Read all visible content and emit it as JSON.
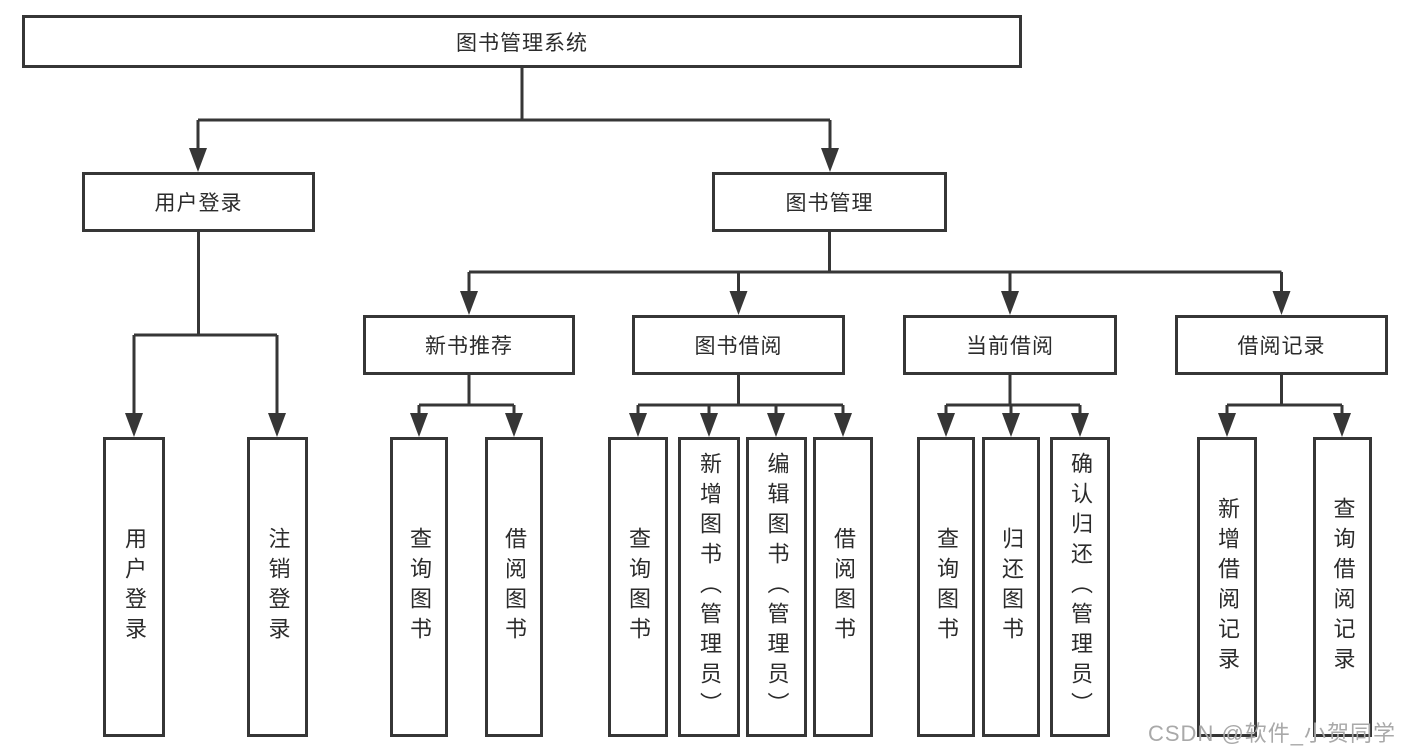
{
  "nodes": {
    "root": "图书管理系统",
    "user_login": "用户登录",
    "book_mgmt": "图书管理",
    "new_book_rec": "新书推荐",
    "book_borrow": "图书借阅",
    "current_borrow": "当前借阅",
    "borrow_records": "借阅记录",
    "leaf_user_login": "用户登录",
    "leaf_logout": "注销登录",
    "leaf_rec_query_book": "查询图书",
    "leaf_rec_borrow_book": "借阅图书",
    "leaf_bb_query_book": "查询图书",
    "leaf_bb_add_book": "新增图书（管理员）",
    "leaf_bb_edit_book": "编辑图书（管理员）",
    "leaf_bb_borrow_book": "借阅图书",
    "leaf_cb_query_book": "查询图书",
    "leaf_cb_return_book": "归还图书",
    "leaf_cb_confirm_return": "确认归还（管理员）",
    "leaf_br_add_record": "新增借阅记录",
    "leaf_br_query_record": "查询借阅记录"
  },
  "watermark": "CSDN @软件_小贺同学",
  "colors": {
    "line": "#363636",
    "text": "#2b2b2b",
    "watermark": "#a9a9a9",
    "background": "#ffffff"
  }
}
